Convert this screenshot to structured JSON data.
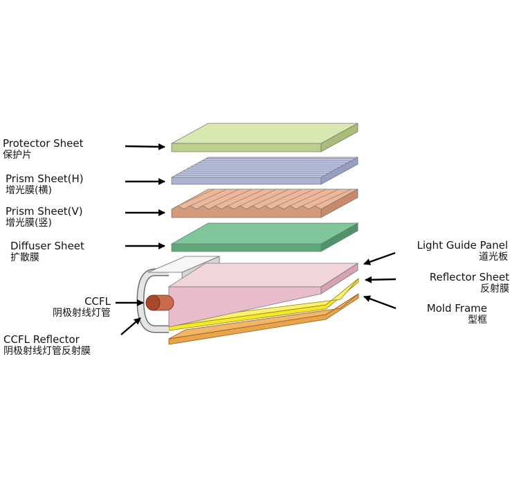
{
  "labels": {
    "protector": {
      "en": "Protector Sheet",
      "zh": "保护片"
    },
    "prism_h": {
      "en": "Prism Sheet(H)",
      "zh": "增光膜(横)"
    },
    "prism_v": {
      "en": "Prism Sheet(V)",
      "zh": "增光膜(竖)"
    },
    "diffuser": {
      "en": "Diffuser Sheet",
      "zh": "扩散膜"
    },
    "light_guide": {
      "en": "Light Guide Panel",
      "zh": "道光板"
    },
    "reflector": {
      "en": "Reflector Sheet",
      "zh": "反射膜"
    },
    "mold_frame": {
      "en": "Mold Frame",
      "zh": "型框"
    },
    "ccfl": {
      "en": "CCFL",
      "zh": "阴极射线灯管"
    },
    "ccfl_reflector": {
      "en": "CCFL Reflector",
      "zh": "阴极射线灯管反射膜"
    }
  },
  "colors": {
    "protector": "#d9e8b0",
    "prism_h": "#c8cfe6",
    "prism_v": "#e9b89a",
    "diffuser": "#7fc79a",
    "light_guide": "#f2d4dc",
    "reflector": "#f5e82a",
    "mold_frame": "#eba34a",
    "ccfl": "#c96a4a"
  }
}
